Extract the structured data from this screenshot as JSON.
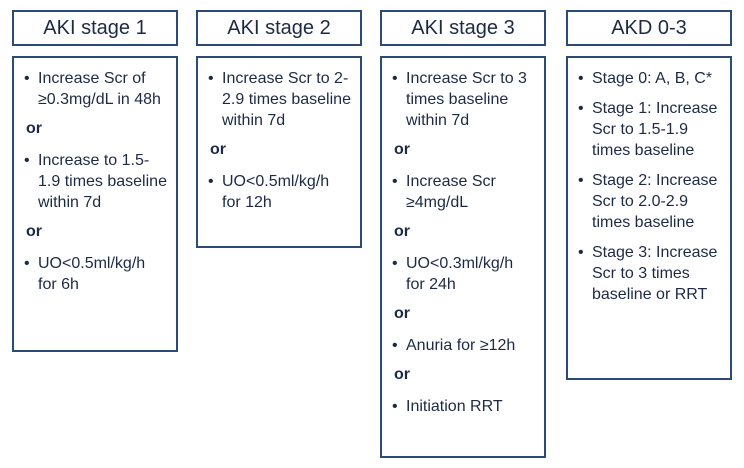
{
  "columns": [
    {
      "title": "AKI stage 1",
      "items": [
        "Increase Scr of ≥0.3mg/dL in 48h",
        "Increase to 1.5-1.9 times baseline within 7d",
        "UO<0.5ml/kg/h for 6h"
      ],
      "separator": "or"
    },
    {
      "title": "AKI stage 2",
      "items": [
        "Increase Scr to 2-2.9 times baseline within 7d",
        "UO<0.5ml/kg/h for 12h"
      ],
      "separator": "or"
    },
    {
      "title": "AKI stage 3",
      "items": [
        "Increase Scr to 3 times baseline within 7d",
        "Increase Scr ≥4mg/dL",
        "UO<0.3ml/kg/h for 24h",
        "Anuria for ≥12h",
        "Initiation RRT"
      ],
      "separator": "or"
    },
    {
      "title": "AKD 0-3",
      "items": [
        "Stage 0: A, B, C*",
        "Stage 1: Increase Scr to 1.5-1.9 times baseline",
        "Stage 2: Increase Scr to 2.0-2.9 times baseline",
        "Stage 3: Increase Scr to 3 times baseline or RRT"
      ]
    }
  ],
  "bullet_glyph": "•",
  "colors": {
    "border": "#2a4a78",
    "text": "#1d2a44"
  }
}
